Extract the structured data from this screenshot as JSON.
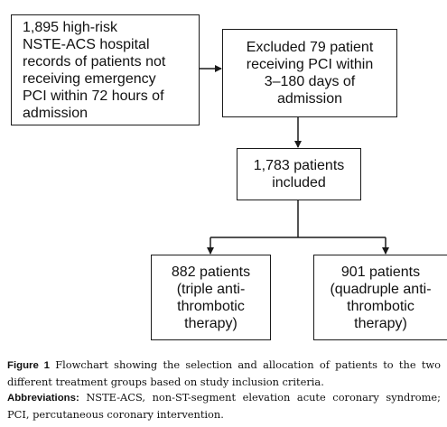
{
  "nodes": {
    "source": "1,895 high-risk\nNSTE-ACS hospital\nrecords of patients not\nreceiving emergency\nPCI within 72 hours of\nadmission",
    "excluded": "Excluded 79 patient\nreceiving PCI within\n3–180 days of\nadmission",
    "included": "1,783 patients\nincluded",
    "triple": "882 patients\n(triple anti-\nthrombotic\ntherapy)",
    "quadruple": "901 patients\n(quadruple anti-\nthrombotic\ntherapy)"
  },
  "caption": {
    "figure_label": "Figure 1",
    "figure_text": "Flowchart showing the selection and allocation of patients to the two different treatment groups based on study inclusion criteria.",
    "abbrev_label": "Abbreviations:",
    "abbrev_text": "NSTE-ACS, non-ST-segment elevation acute coronary syndrome; PCI, percutaneous coronary intervention."
  }
}
